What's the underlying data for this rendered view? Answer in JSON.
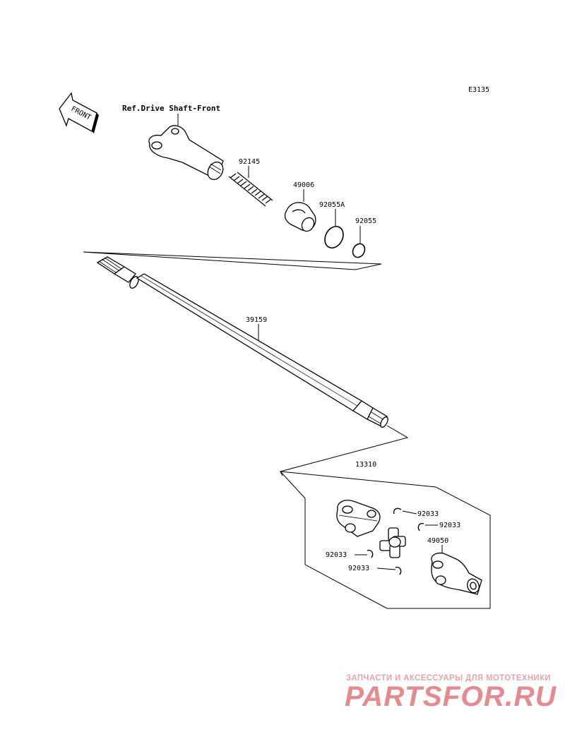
{
  "diagram": {
    "code": "E3135",
    "ref_label": "Ref.Drive Shaft-Front",
    "front_arrow_text": "FRONT",
    "parts": {
      "spring": "92145",
      "boot": "49006",
      "oring_large": "92055A",
      "oring_small": "92055",
      "shaft": "39159",
      "joint_assy": "13310",
      "clip_1": "92033",
      "clip_2": "92033",
      "clip_3": "92033",
      "clip_4": "92033",
      "yoke": "49050"
    }
  },
  "watermark": {
    "tagline": "ЗАПЧАСТИ И АКСЕССУАРЫ ДЛЯ МОТОТЕХНИКИ",
    "logo": "PARTSFOR.RU",
    "colors": {
      "tagline": "#e7a3a8",
      "logo": "#e68a92"
    }
  },
  "colors": {
    "line": "#000000",
    "background": "#ffffff"
  }
}
